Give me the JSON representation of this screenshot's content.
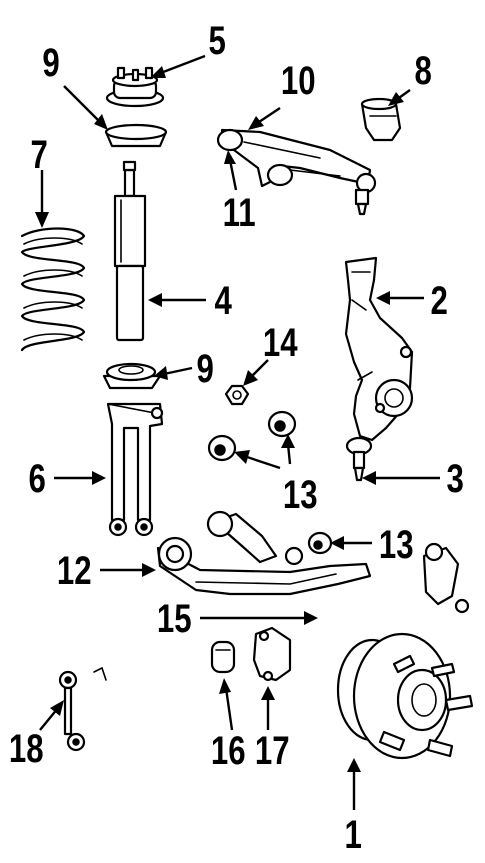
{
  "callouts": {
    "c1": "1",
    "c2": "2",
    "c3": "3",
    "c4": "4",
    "c5": "5",
    "c6": "6",
    "c7": "7",
    "c8": "8",
    "c9a": "9",
    "c9b": "9",
    "c10": "10",
    "c11": "11",
    "c12": "12",
    "c13a": "13",
    "c13b": "13",
    "c14": "14",
    "c15": "15",
    "c16": "16",
    "c17": "17",
    "c18": "18"
  }
}
